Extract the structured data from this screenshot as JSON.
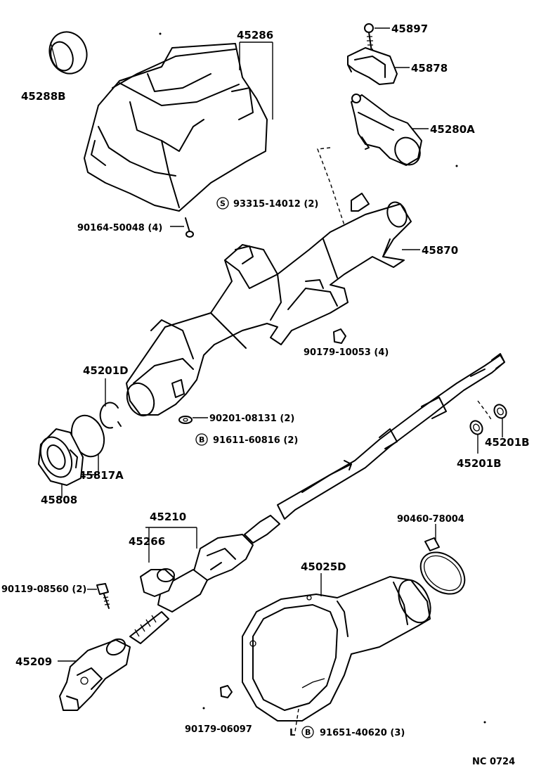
{
  "labels": {
    "p45286": "45286",
    "p45288b": "45288B",
    "p45897": "45897",
    "p45878": "45878",
    "p45280a": "45280A",
    "p93315": "93315-14012 (2)",
    "p90164": "90164-50048 (4)",
    "p45870": "45870",
    "p90179_10053": "90179-10053 (4)",
    "p45201d": "45201D",
    "p90201": "90201-08131 (2)",
    "p91611": "91611-60816 (2)",
    "p45201b_a": "45201B",
    "p45201b_b": "45201B",
    "p45808": "45808",
    "p45817a": "45817A",
    "p45210": "45210",
    "p45266": "45266",
    "p90460": "90460-78004",
    "p90119": "90119-08560 (2)",
    "p45025d": "45025D",
    "p45209": "45209",
    "p90179_06097": "90179-06097",
    "p91651": "91651-40620 (3)",
    "s_letter": "S",
    "b_letter_1": "B",
    "b_letter_2": "B",
    "dash_l": "L"
  },
  "catalog_code": "NC 0724"
}
